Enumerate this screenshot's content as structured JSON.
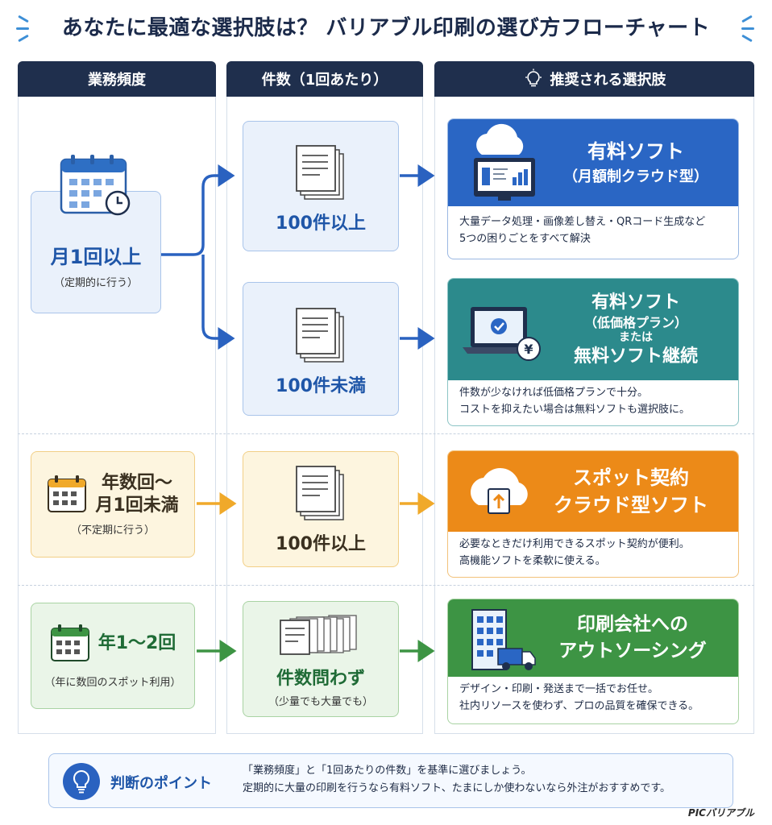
{
  "title": "あなたに最適な選択肢は？ バリアブル印刷の選び方フローチャート",
  "headers": {
    "frequency": "業務頻度",
    "count": "件数（1回あたり）",
    "recommended": "推奨される選択肢"
  },
  "rows": [
    {
      "frequency_main": "月1回以上",
      "frequency_sub": "（定期的に行う）",
      "branches": [
        {
          "count_main": "100件以上",
          "card_title_lines": [
            "有料ソフト",
            "（月額制クラウド型）"
          ],
          "card_desc_lines": [
            "大量データ処理・画像差し替え・QRコード生成など",
            "5つの困りごとをすべて解決"
          ],
          "color": "#2a66c4"
        },
        {
          "count_main": "100件未満",
          "card_title_lines": [
            "有料ソフト",
            "（低価格プラン）",
            "または",
            "無料ソフト継続"
          ],
          "card_desc_lines": [
            "件数が少なければ低価格プランで十分。",
            "コストを抑えたい場合は無料ソフトも選択肢に。"
          ],
          "color": "#2c8a8c"
        }
      ]
    },
    {
      "frequency_main_lines": [
        "年数回〜",
        "月1回未満"
      ],
      "frequency_sub": "（不定期に行う）",
      "count_main": "100件以上",
      "card_title_lines": [
        "スポット契約",
        "クラウド型ソフト"
      ],
      "card_desc_lines": [
        "必要なときだけ利用できるスポット契約が便利。",
        "高機能ソフトを柔軟に使える。"
      ],
      "color": "#ec8a18"
    },
    {
      "frequency_main": "年1〜2回",
      "frequency_sub": "（年に数回のスポット利用）",
      "count_main": "件数問わず",
      "count_sub": "（少量でも大量でも）",
      "card_title_lines": [
        "印刷会社への",
        "アウトソーシング"
      ],
      "card_desc_lines": [
        "デザイン・印刷・発送まで一括でお任せ。",
        "社内リソースを使わず、プロの品質を確保できる。"
      ],
      "color": "#3d9444"
    }
  ],
  "point": {
    "label": "判断のポイント",
    "lines": [
      "「業務頻度」と「1回あたりの件数」を基準に選びましょう。",
      "定期的に大量の印刷を行うなら有料ソフト、たまにしか使わないなら外注がおすすめです。"
    ]
  },
  "logo": "PICバリアブル",
  "colors": {
    "navy": "#1f2f4d",
    "blue_arrow": "#2a62c0",
    "yellow_arrow": "#f0a92a",
    "green_arrow": "#3d9444"
  },
  "icons": [
    "calendar-clock-icon",
    "calendar-icon",
    "document-stack-icon",
    "cloud-monitor-icon",
    "laptop-yen-icon",
    "cloud-upload-icon",
    "building-truck-icon",
    "lightbulb-icon"
  ]
}
